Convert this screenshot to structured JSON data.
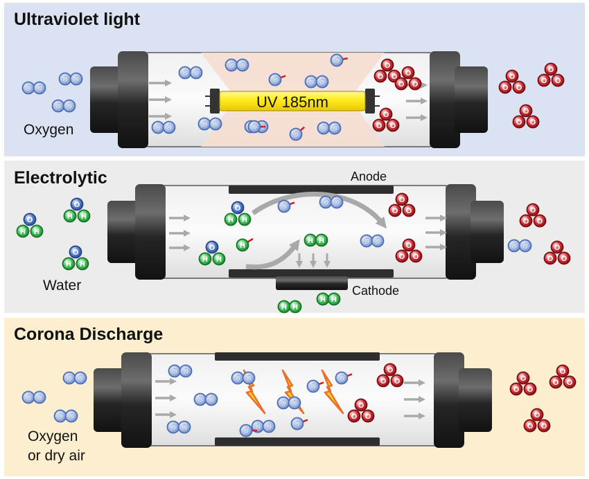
{
  "sections": {
    "uv": {
      "title": "Ultraviolet light",
      "input_label": "Oxygen",
      "lamp_label": "UV 185nm"
    },
    "electrolytic": {
      "title": "Electrolytic",
      "input_label": "Water",
      "anode_label": "Anode",
      "cathode_label": "Cathode"
    },
    "corona": {
      "title": "Corona Discharge",
      "input_label_line1": "Oxygen",
      "input_label_line2": "or dry air"
    }
  },
  "atom_labels": {
    "oxygen": "O",
    "hydrogen": "H"
  },
  "colors": {
    "oxygen_atom": "#6e8fce",
    "ozone_atom": "#b0141c",
    "hydrogen_atom": "#2eaa44",
    "uv_lamp": "#ffee22",
    "tube_glass": "#f6f6f6",
    "end_cap": "#2a2a2a",
    "arrow": "#a9a9a9"
  },
  "icons": [
    "oxygen-molecule-icon",
    "ozone-molecule-icon",
    "water-molecule-icon",
    "hydrogen-molecule-icon",
    "oxygen-radical-icon",
    "hydroxyl-radical-icon",
    "lightning-bolt-icon",
    "flow-arrow-icon"
  ]
}
